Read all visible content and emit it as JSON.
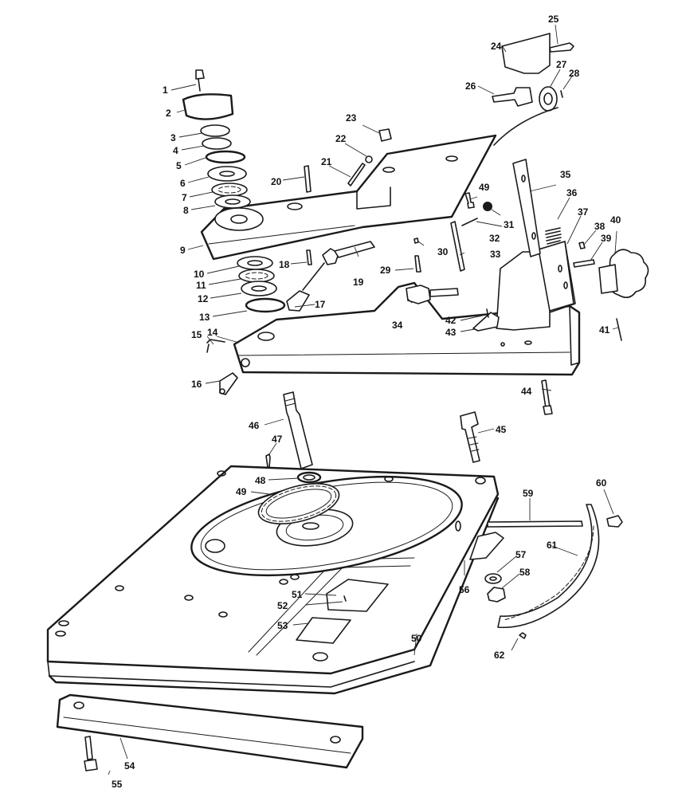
{
  "diagram": {
    "type": "exploded-parts-diagram",
    "colors": {
      "ink": "#1a1a1a",
      "paper": "#ffffff"
    },
    "labels": [
      {
        "id": "1",
        "text": "1"
      },
      {
        "id": "2",
        "text": "2"
      },
      {
        "id": "3",
        "text": "3"
      },
      {
        "id": "4",
        "text": "4"
      },
      {
        "id": "5",
        "text": "5"
      },
      {
        "id": "6",
        "text": "6"
      },
      {
        "id": "7",
        "text": "7"
      },
      {
        "id": "8",
        "text": "8"
      },
      {
        "id": "9",
        "text": "9"
      },
      {
        "id": "10",
        "text": "10"
      },
      {
        "id": "11",
        "text": "11"
      },
      {
        "id": "12",
        "text": "12"
      },
      {
        "id": "13",
        "text": "13"
      },
      {
        "id": "14",
        "text": "14"
      },
      {
        "id": "15",
        "text": "15"
      },
      {
        "id": "16",
        "text": "16"
      },
      {
        "id": "17",
        "text": "17"
      },
      {
        "id": "18",
        "text": "18"
      },
      {
        "id": "19",
        "text": "19"
      },
      {
        "id": "20",
        "text": "20"
      },
      {
        "id": "21",
        "text": "21"
      },
      {
        "id": "22",
        "text": "22"
      },
      {
        "id": "23",
        "text": "23"
      },
      {
        "id": "24",
        "text": "24"
      },
      {
        "id": "25",
        "text": "25"
      },
      {
        "id": "26",
        "text": "26"
      },
      {
        "id": "27",
        "text": "27"
      },
      {
        "id": "28",
        "text": "28"
      },
      {
        "id": "29",
        "text": "29"
      },
      {
        "id": "30",
        "text": "30"
      },
      {
        "id": "31",
        "text": "31"
      },
      {
        "id": "32",
        "text": "32"
      },
      {
        "id": "33",
        "text": "33"
      },
      {
        "id": "34",
        "text": "34"
      },
      {
        "id": "35",
        "text": "35"
      },
      {
        "id": "36",
        "text": "36"
      },
      {
        "id": "37",
        "text": "37"
      },
      {
        "id": "38",
        "text": "38"
      },
      {
        "id": "39",
        "text": "39"
      },
      {
        "id": "40",
        "text": "40"
      },
      {
        "id": "41",
        "text": "41"
      },
      {
        "id": "42",
        "text": "42"
      },
      {
        "id": "43",
        "text": "43"
      },
      {
        "id": "44",
        "text": "44"
      },
      {
        "id": "45",
        "text": "45"
      },
      {
        "id": "46",
        "text": "46"
      },
      {
        "id": "47",
        "text": "47"
      },
      {
        "id": "48",
        "text": "48"
      },
      {
        "id": "49a",
        "text": "49"
      },
      {
        "id": "49b",
        "text": "49"
      },
      {
        "id": "50",
        "text": "50"
      },
      {
        "id": "51",
        "text": "51"
      },
      {
        "id": "52",
        "text": "52"
      },
      {
        "id": "53",
        "text": "53"
      },
      {
        "id": "54",
        "text": "54"
      },
      {
        "id": "55",
        "text": "55"
      },
      {
        "id": "56",
        "text": "56"
      },
      {
        "id": "57",
        "text": "57"
      },
      {
        "id": "58",
        "text": "58"
      },
      {
        "id": "59",
        "text": "59"
      },
      {
        "id": "60",
        "text": "60"
      },
      {
        "id": "61",
        "text": "61"
      },
      {
        "id": "62",
        "text": "62"
      }
    ]
  }
}
